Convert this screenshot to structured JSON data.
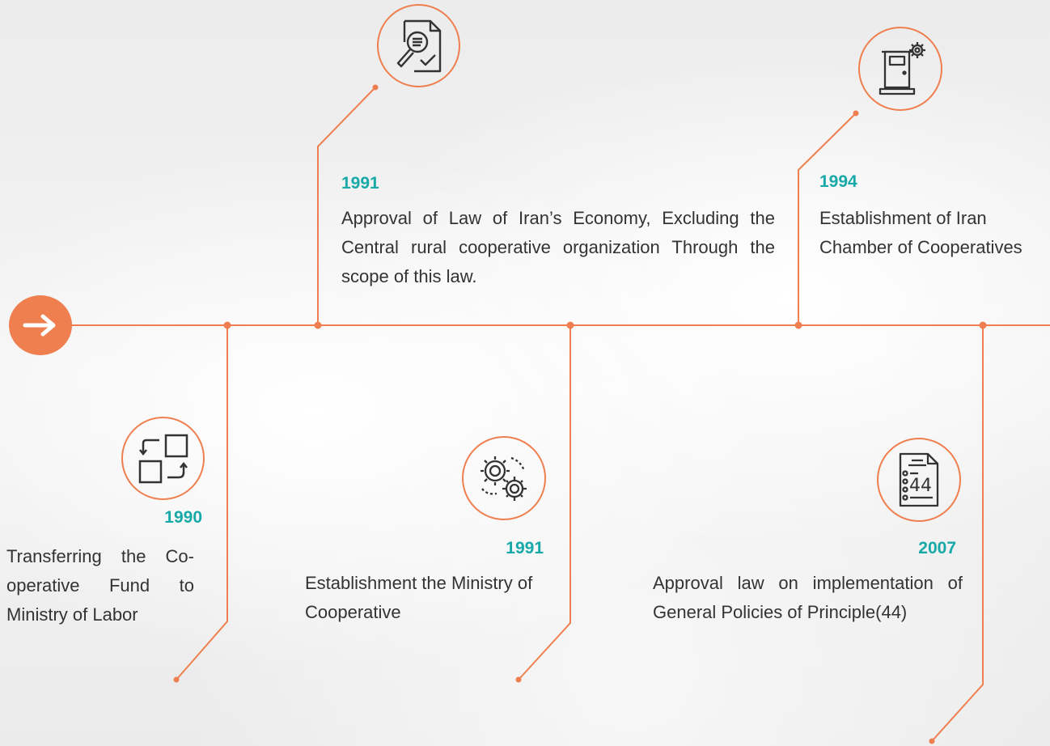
{
  "colors": {
    "accent": "#ef7f4f",
    "year": "#16a9a7",
    "text": "#333333"
  },
  "start_icon": "arrow-right-icon",
  "events": [
    {
      "year": "1990",
      "text": "Transferring the Co-operative Fund to Ministry of Labor",
      "icon": "swap-squares-icon"
    },
    {
      "year": "1991",
      "text": "Approval of Law of Iran’s Economy, Excluding the Central rural cooperative organization Through the scope of this law.",
      "icon": "document-search-icon"
    },
    {
      "year": "1991",
      "text": "Establishment the Ministry of Cooperative",
      "icon": "gears-icon"
    },
    {
      "year": "1994",
      "text": "Establishment of Iran Chamber of Cooperatives",
      "icon": "door-gear-icon"
    },
    {
      "year": "2007",
      "text": "Approval law on implementation of General Policies of Principle(44)",
      "icon": "document-44-icon"
    }
  ],
  "doc44_label": "44"
}
